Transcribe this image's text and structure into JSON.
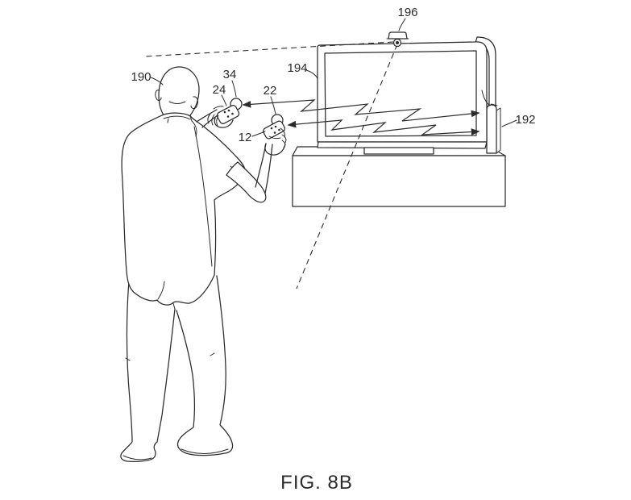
{
  "figure": {
    "caption": "FIG. 8B",
    "colors": {
      "ink": "#2b2b2b",
      "background": "#ffffff"
    },
    "labels": {
      "user": "190",
      "display": "194",
      "camera": "196",
      "console": "192",
      "ball_left": "34",
      "controller_left": "24",
      "ball_right": "22",
      "controller_right": "12"
    }
  }
}
